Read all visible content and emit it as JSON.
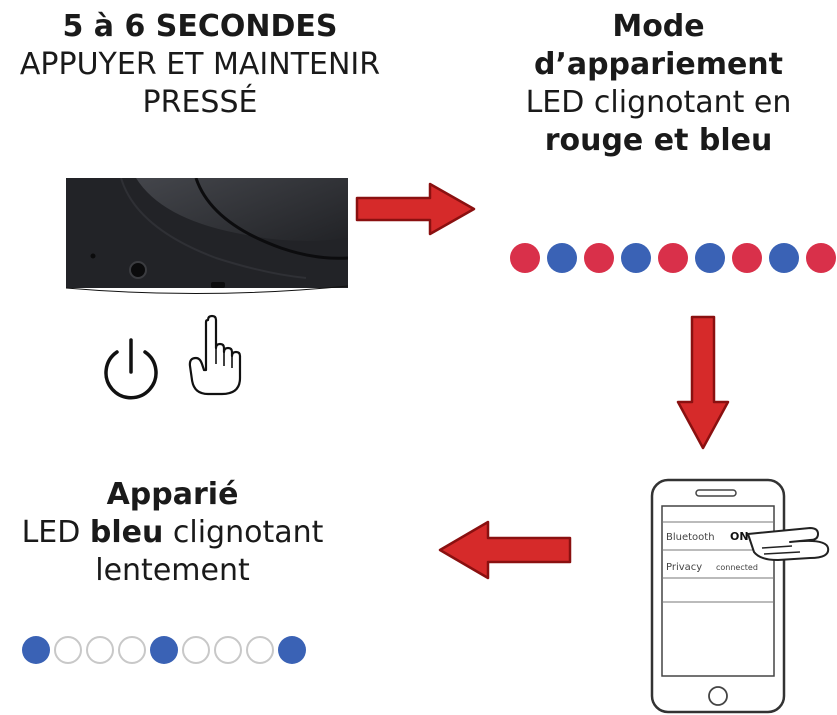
{
  "step1": {
    "line1": "5 à 6 SECONDES",
    "line2": "APPUYER ET MAINTENIR",
    "line3": "PRESSÉ"
  },
  "step2": {
    "line1": "Mode",
    "line2": "d’appariement",
    "line3": "LED clignotant en",
    "line4": "rouge et bleu"
  },
  "step4": {
    "line1": "Apparié",
    "line2_pre": "LED ",
    "line2_bold": "bleu",
    "line2_post": " clignotant",
    "line3": "lentement"
  },
  "phone": {
    "row1_label": "Bluetooth",
    "row1_value": "ON",
    "row2_label": "Privacy",
    "row2_value": "connected"
  },
  "led_pairing": [
    "red",
    "blue",
    "red",
    "blue",
    "red",
    "blue",
    "red",
    "blue",
    "red"
  ],
  "led_paired": [
    "blue",
    "off",
    "off",
    "off",
    "blue",
    "off",
    "off",
    "off",
    "blue"
  ],
  "colors": {
    "red": "#d9304a",
    "blue": "#3a62b5",
    "arrow_fill": "#d62a2a",
    "arrow_stroke": "#8a1010"
  },
  "icons": {
    "power": "power-icon",
    "finger": "finger-press-icon",
    "headphone": "headphone-icon",
    "phone": "smartphone-icon"
  }
}
